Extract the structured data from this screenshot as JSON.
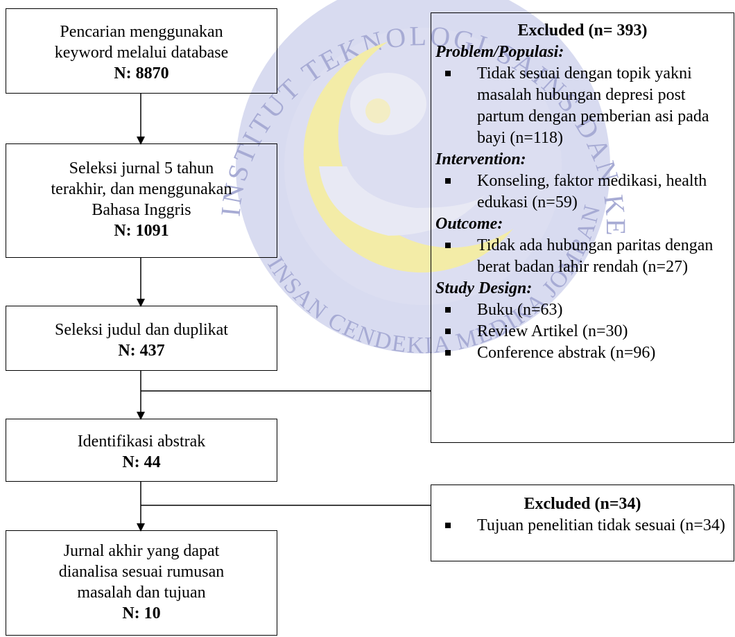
{
  "watermark": {
    "arc_text": "INSTITUT TEKNOLOGI SAINS DAN KESEHATAN",
    "bottom_text": "INSAN CENDEKIA MEDIKA JOMBANG",
    "colors": {
      "arc": "#c8cbe8",
      "crescent": "#f2ea9e",
      "hand": "#e6e7f3"
    }
  },
  "flow": [
    {
      "lines": [
        "Pencarian menggunakan",
        "keyword melalui database"
      ],
      "count": "N: 8870"
    },
    {
      "lines": [
        "Seleksi jurnal 5 tahun",
        "terakhir, dan menggunakan",
        "Bahasa Inggris"
      ],
      "count": "N: 1091"
    },
    {
      "lines": [
        "Seleksi judul dan duplikat"
      ],
      "count": "N: 437"
    },
    {
      "lines": [
        "Identifikasi abstrak"
      ],
      "count": "N: 44"
    },
    {
      "lines": [
        "Jurnal akhir yang dapat",
        "dianalisa sesuai rumusan",
        "masalah dan tujuan"
      ],
      "count": "N: 10"
    }
  ],
  "excluded_1": {
    "title": "Excluded (n= 393)",
    "categories": [
      {
        "label": "Problem/Populasi:",
        "italic": true,
        "items": [
          "Tidak sesuai dengan topik yakni masalah hubungan depresi post partum dengan pemberian asi pada bayi (n=118)"
        ]
      },
      {
        "label": "Intervention:",
        "italic": true,
        "items": [
          "Konseling, faktor medikasi, health edukasi (n=59)"
        ]
      },
      {
        "label": "Outcome:",
        "italic": true,
        "items": [
          "Tidak ada hubungan paritas dengan berat badan lahir rendah (n=27)"
        ]
      },
      {
        "label": "Study Design:",
        "italic": false,
        "items": [
          "Buku (n=63)",
          "Review Artikel (n=30)",
          "Conference abstrak (n=96)"
        ]
      }
    ]
  },
  "excluded_2": {
    "title": "Excluded (n=34)",
    "items": [
      "Tujuan penelitian tidak sesuai (n=34)"
    ]
  }
}
